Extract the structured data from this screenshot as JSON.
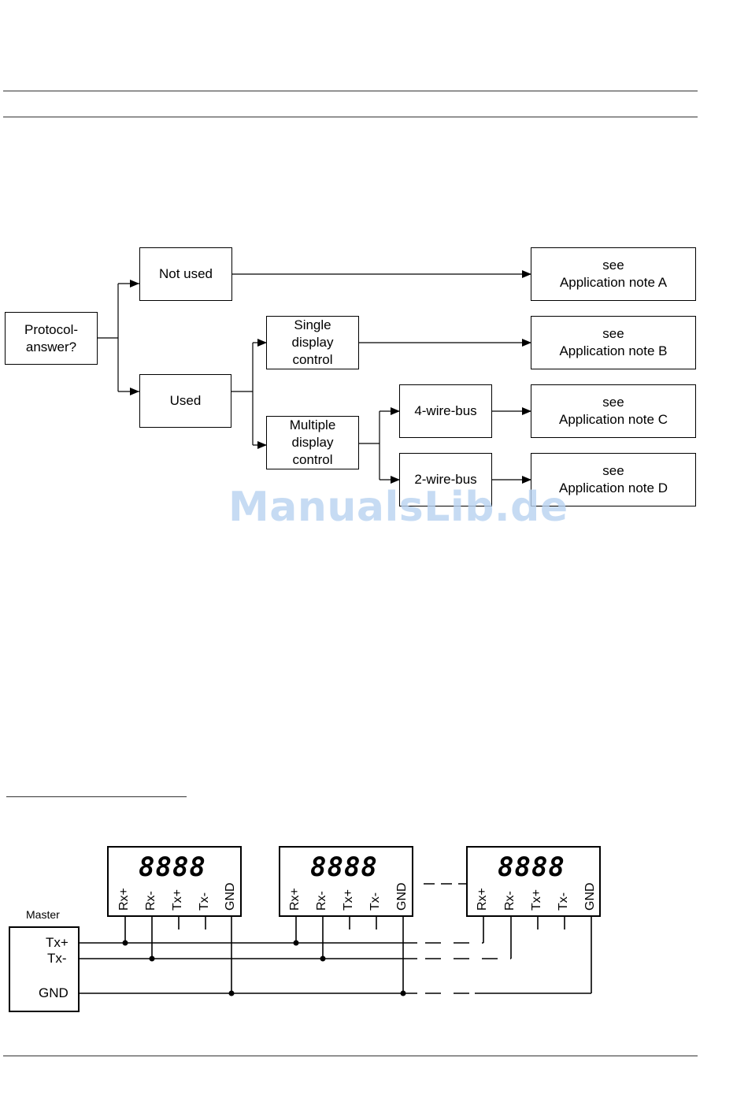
{
  "flowchart": {
    "protocol": [
      "Protocol-",
      "answer?"
    ],
    "not_used": "Not used",
    "used": "Used",
    "single": [
      "Single",
      "display",
      "control"
    ],
    "multiple": [
      "Multiple",
      "display",
      "control"
    ],
    "four_wire": "4-wire-bus",
    "two_wire": "2-wire-bus",
    "note_a": [
      "see",
      "Application note A"
    ],
    "note_b": [
      "see",
      "Application note B"
    ],
    "note_c": [
      "see",
      "Application note C"
    ],
    "note_d": [
      "see",
      "Application note D"
    ]
  },
  "watermark": "ManualsLib.de",
  "wiring": {
    "master_label": "Master",
    "master_pins": [
      "Tx+",
      "Tx-",
      "GND"
    ],
    "display_digits": "8888",
    "display_pins": [
      "Rx+",
      "Rx-",
      "Tx+",
      "Tx-",
      "GND"
    ]
  }
}
